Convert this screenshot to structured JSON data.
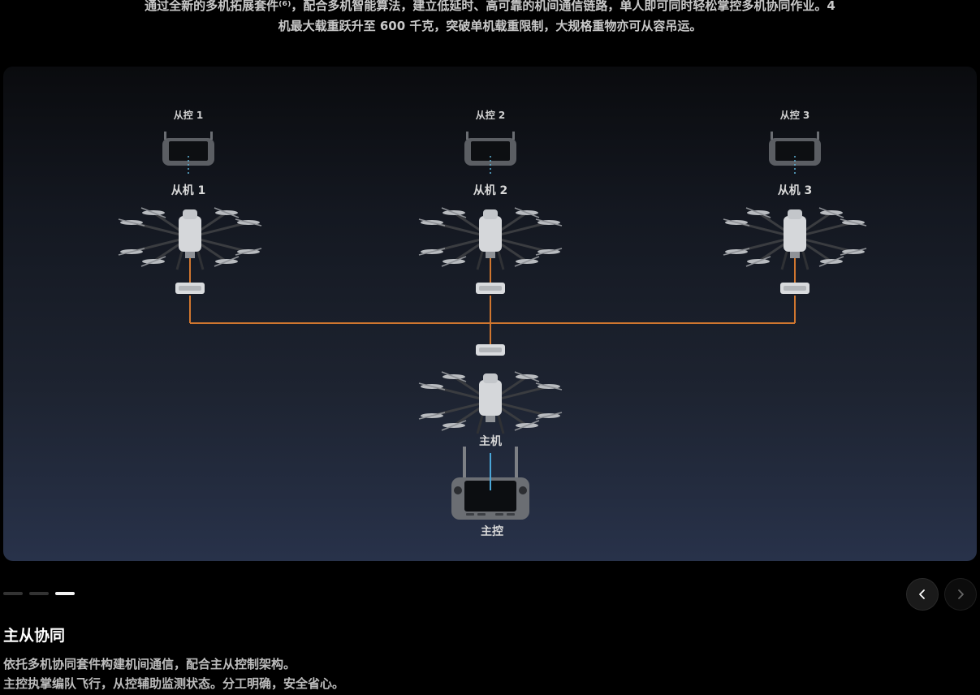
{
  "intro": {
    "line1": "通过全新的多机拓展套件⁽⁶⁾，配合多机智能算法，建立低延时、高可靠的机间通信链路，单人即可同时轻松掌控多机协同作业。4",
    "line2": "机最大载重跃升至 600 千克，突破单机载重限制，大规格重物亦可从容吊运。"
  },
  "diagram": {
    "slaves": [
      {
        "controller_label": "从控 1",
        "drone_label": "从机 1"
      },
      {
        "controller_label": "从控 2",
        "drone_label": "从机 2"
      },
      {
        "controller_label": "从控 3",
        "drone_label": "从机 3"
      }
    ],
    "master_drone_label": "主机",
    "master_controller_label": "主控",
    "colors": {
      "link_line": "#d0762f",
      "control_link": "#4aa6d8"
    }
  },
  "carousel": {
    "slide_count": 3,
    "active_index": 2,
    "prev_icon": "chevron-left-icon",
    "next_icon": "chevron-right-icon"
  },
  "slide": {
    "title": "主从协同",
    "desc_line1": "依托多机协同套件构建机间通信，配合主从控制架构。",
    "desc_line2": "主控执掌编队飞行，从控辅助监测状态。分工明确，安全省心。"
  }
}
